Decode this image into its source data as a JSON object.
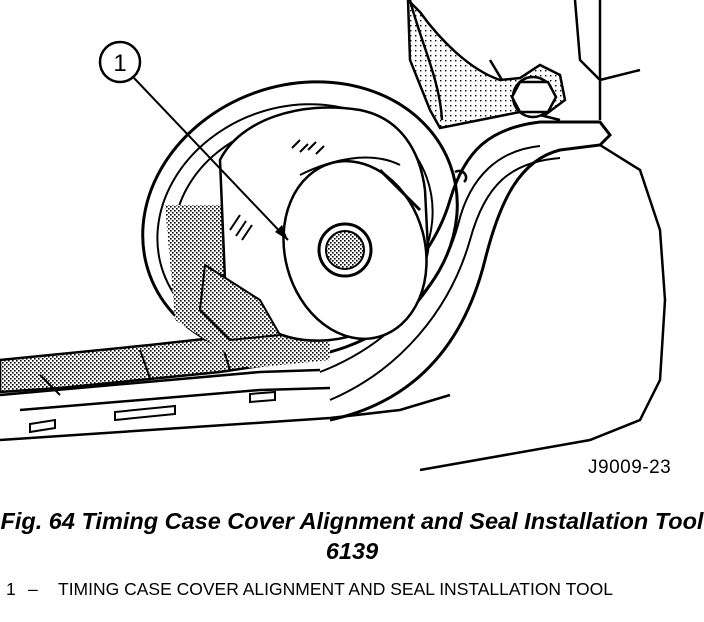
{
  "figure": {
    "callout_number": "1",
    "reference_id": "J9009-23",
    "caption": "Fig. 64 Timing Case Cover Alignment and Seal Installation Tool 6139"
  },
  "legend": {
    "items": [
      {
        "number": "1",
        "separator": "–",
        "text": "TIMING CASE COVER ALIGNMENT AND SEAL INSTALLATION TOOL"
      }
    ]
  }
}
